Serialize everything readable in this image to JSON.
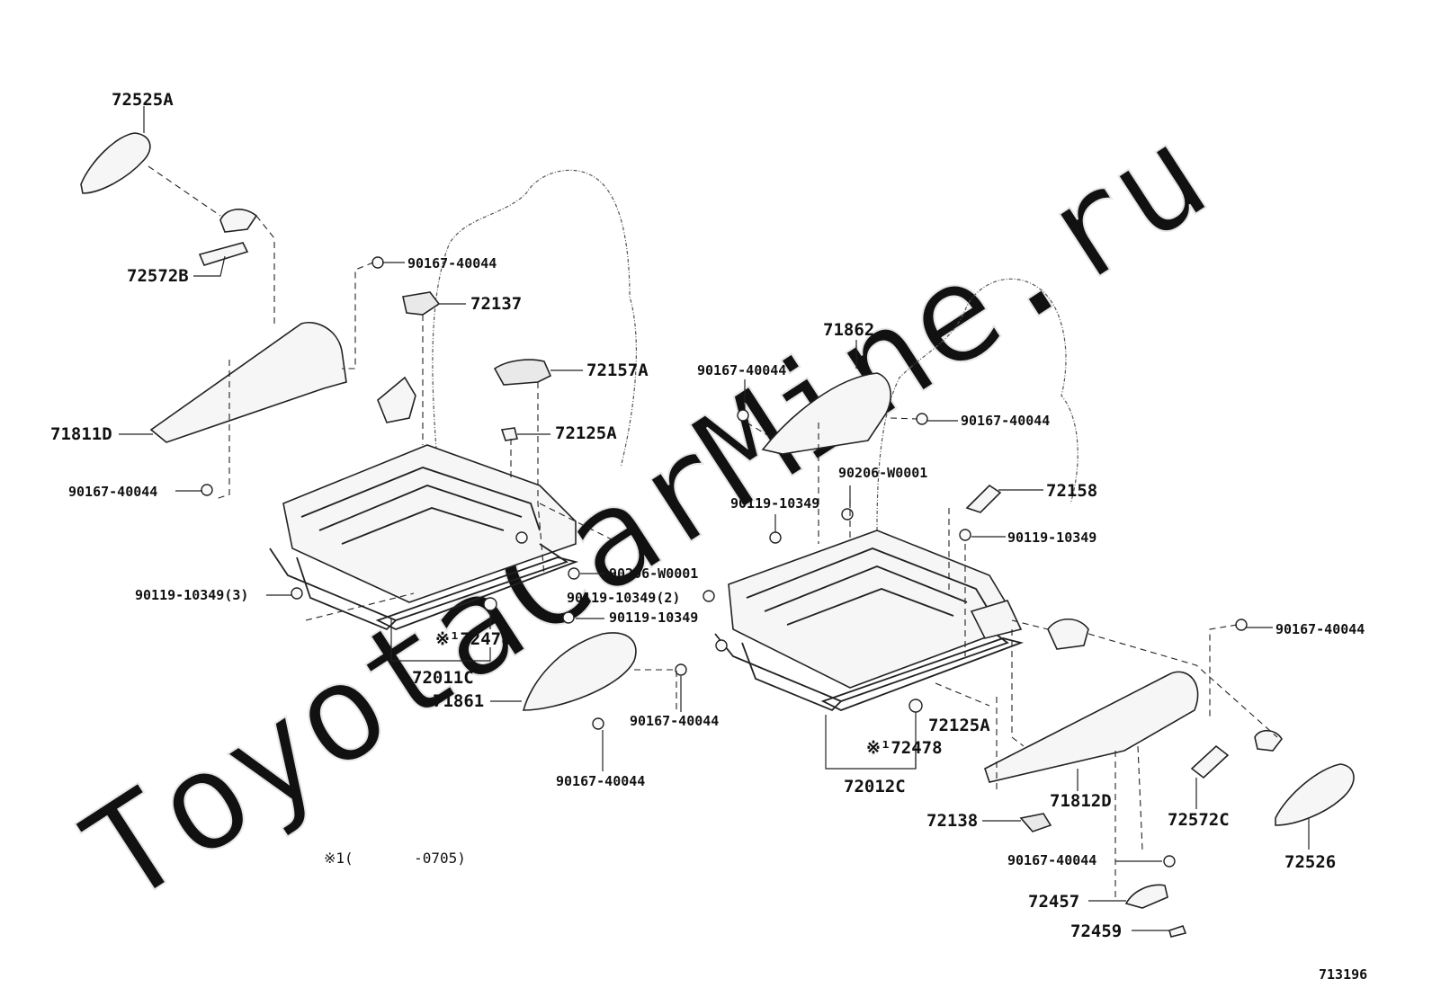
{
  "watermark": "ToyotaCarMine.ru",
  "diagram_id": "713196",
  "footnote": "※1(       -0705)",
  "labels": {
    "p72525A": "72525A",
    "p72572B": "72572B",
    "p71811D": "71811D",
    "p90167_tl": "90167-40044",
    "p72137": "72137",
    "p72157A": "72157A",
    "p72125A_l": "72125A",
    "p90167_ll": "90167-40044",
    "p90206_l": "90206-W0001",
    "p90119_3": "90119-10349(3)",
    "p90119_2": "90119-10349(2)",
    "p90119_l": "90119-10349",
    "p72478_l": "※¹72478",
    "p72011C": "72011C",
    "p71861": "71861",
    "p90167_ml": "90167-40044",
    "p90167_bl": "90167-40044",
    "p71862": "71862",
    "p90167_rt": "90167-40044",
    "p90167_rt2": "90167-40044",
    "p90206_r": "90206-W0001",
    "p90119_rm": "90119-10349",
    "p72158": "72158",
    "p90119_rr": "90119-10349",
    "p90167_rr": "90167-40044",
    "p72125A_r": "72125A",
    "p72478_r": "※¹72478",
    "p72012C": "72012C",
    "p71812D": "71812D",
    "p72572C": "72572C",
    "p72526": "72526",
    "p72138": "72138",
    "p90167_rb": "90167-40044",
    "p72457": "72457",
    "p72459": "72459"
  }
}
